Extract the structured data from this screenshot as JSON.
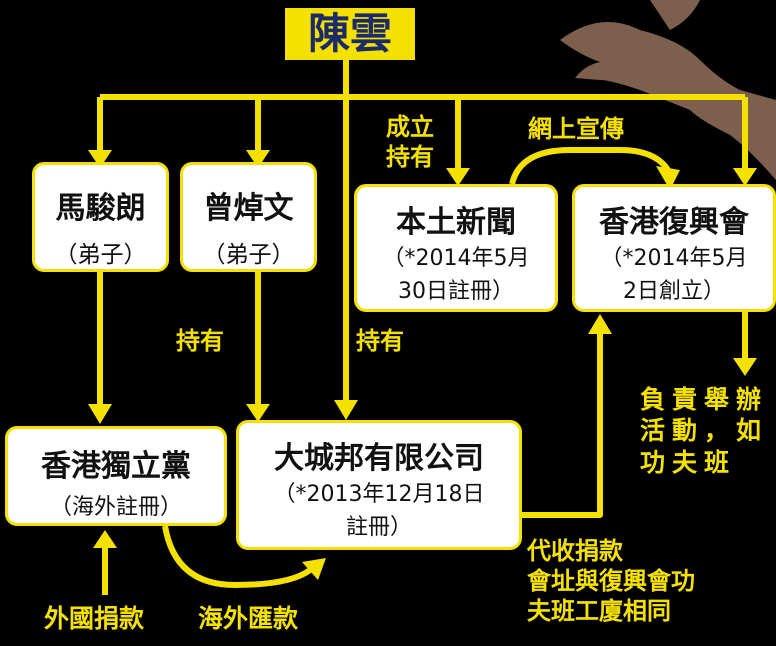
{
  "root": {
    "label": "陳雲"
  },
  "nodes": {
    "ma": {
      "title": "馬駿朗",
      "sub": "（弟子）"
    },
    "zeng": {
      "title": "曾焯文",
      "sub": "（弟子）"
    },
    "news": {
      "title": "本土新聞",
      "sub1": "（*2014年5月",
      "sub2": "30日註冊）"
    },
    "revival": {
      "title": "香港復興會",
      "sub1": "（*2014年5月",
      "sub2": "2日創立）"
    },
    "hkip": {
      "title": "香港獨立黨",
      "sub": "（海外註冊）"
    },
    "city": {
      "title": "大城邦有限公司",
      "sub1": "（*2013年12月18日",
      "sub2": "註冊）"
    }
  },
  "labels": {
    "found_1": "成立",
    "found_2": "持有",
    "online": "網上宣傳",
    "own_left": "持有",
    "own_mid": "持有",
    "resp_1": "負責舉辦",
    "resp_2": "活動，如",
    "resp_3": "功夫班",
    "collect_1": "代收捐款",
    "collect_2": "會址與復興會功",
    "collect_3": "夫班工廈相同",
    "foreign": "外國捐款",
    "overseas": "海外匯款"
  },
  "colors": {
    "background": "#000000",
    "accent": "#f4e100",
    "box": "#ffffff",
    "root_text": "#1a2a6b",
    "bird_silhouette": "#8a6a55"
  },
  "decorations": [
    "bird-silhouette"
  ]
}
